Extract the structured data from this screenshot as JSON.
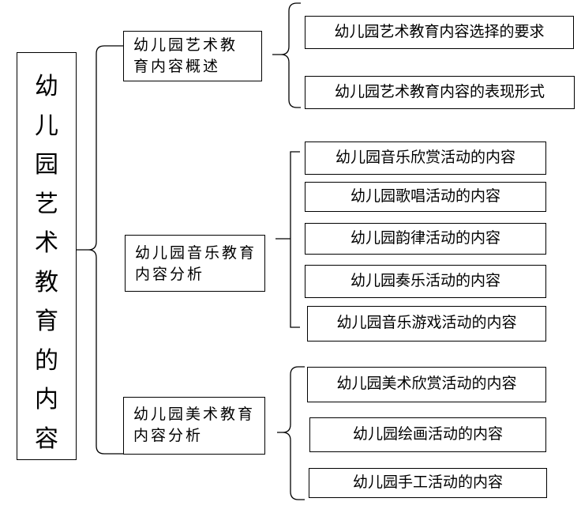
{
  "root": {
    "label": "幼儿园艺术教育的内容"
  },
  "sections": [
    {
      "title": "幼儿园艺术教育内容概述",
      "items": [
        "幼儿园艺术教育内容选择的要求",
        "幼儿园艺术教育内容的表现形式"
      ]
    },
    {
      "title": "幼儿园音乐教育内容分析",
      "items": [
        "幼儿园音乐欣赏活动的内容",
        "幼儿园歌唱活动的内容",
        "幼儿园韵律活动的内容",
        "幼儿园奏乐活动的内容",
        "幼儿园音乐游戏活动的内容"
      ]
    },
    {
      "title": "幼儿园美术教育内容分析",
      "items": [
        "幼儿园美术欣赏活动的内容",
        "幼儿园绘画活动的内容",
        "幼儿园手工活动的内容"
      ]
    }
  ]
}
